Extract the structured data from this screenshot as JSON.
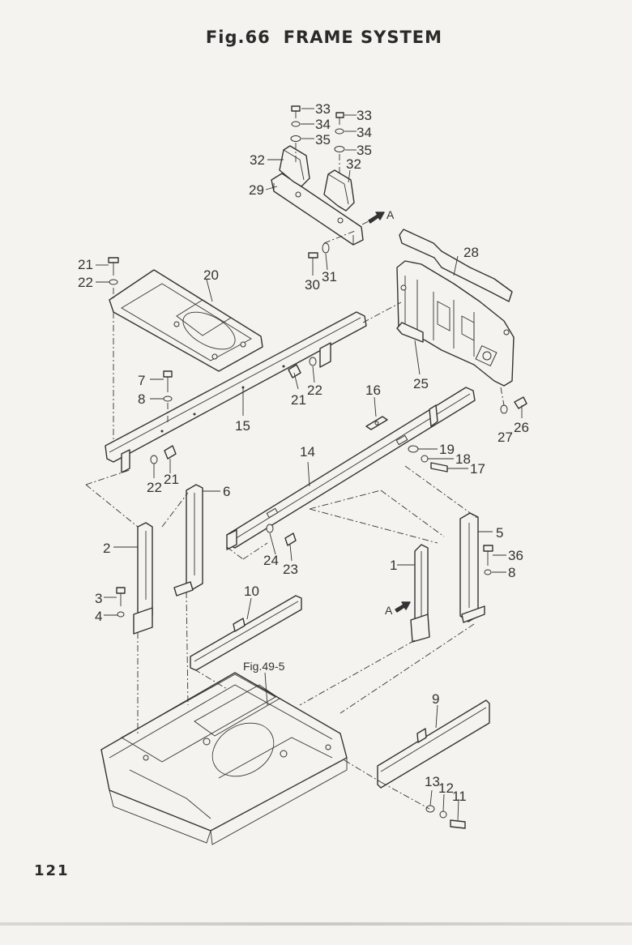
{
  "figure": {
    "number": "Fig.66",
    "title": "FRAME SYSTEM"
  },
  "page_number": "121",
  "cross_reference": "Fig.49-5",
  "view_marker": "A",
  "part_callouts": [
    {
      "id": "c33a",
      "label": "33"
    },
    {
      "id": "c33b",
      "label": "33"
    },
    {
      "id": "c34a",
      "label": "34"
    },
    {
      "id": "c34b",
      "label": "34"
    },
    {
      "id": "c35a",
      "label": "35"
    },
    {
      "id": "c35b",
      "label": "35"
    },
    {
      "id": "c32a",
      "label": "32"
    },
    {
      "id": "c32b",
      "label": "32"
    },
    {
      "id": "c29",
      "label": "29"
    },
    {
      "id": "c30",
      "label": "30"
    },
    {
      "id": "c31",
      "label": "31"
    },
    {
      "id": "c28",
      "label": "28"
    },
    {
      "id": "c21a",
      "label": "21"
    },
    {
      "id": "c22a",
      "label": "22"
    },
    {
      "id": "c20",
      "label": "20"
    },
    {
      "id": "c21b",
      "label": "21"
    },
    {
      "id": "c22b",
      "label": "22"
    },
    {
      "id": "c7",
      "label": "7"
    },
    {
      "id": "c8a",
      "label": "8"
    },
    {
      "id": "c15",
      "label": "15"
    },
    {
      "id": "c25",
      "label": "25"
    },
    {
      "id": "c16",
      "label": "16"
    },
    {
      "id": "c27",
      "label": "27"
    },
    {
      "id": "c26",
      "label": "26"
    },
    {
      "id": "c22c",
      "label": "22"
    },
    {
      "id": "c21c",
      "label": "21"
    },
    {
      "id": "c14",
      "label": "14"
    },
    {
      "id": "c19",
      "label": "19"
    },
    {
      "id": "c18",
      "label": "18"
    },
    {
      "id": "c17",
      "label": "17"
    },
    {
      "id": "c6",
      "label": "6"
    },
    {
      "id": "c5",
      "label": "5"
    },
    {
      "id": "c36",
      "label": "36"
    },
    {
      "id": "c8b",
      "label": "8"
    },
    {
      "id": "c2",
      "label": "2"
    },
    {
      "id": "c24",
      "label": "24"
    },
    {
      "id": "c23",
      "label": "23"
    },
    {
      "id": "c1",
      "label": "1"
    },
    {
      "id": "c3",
      "label": "3"
    },
    {
      "id": "c4",
      "label": "4"
    },
    {
      "id": "c10",
      "label": "10"
    },
    {
      "id": "c9",
      "label": "9"
    },
    {
      "id": "c13",
      "label": "13"
    },
    {
      "id": "c12",
      "label": "12"
    },
    {
      "id": "c11",
      "label": "11"
    }
  ]
}
